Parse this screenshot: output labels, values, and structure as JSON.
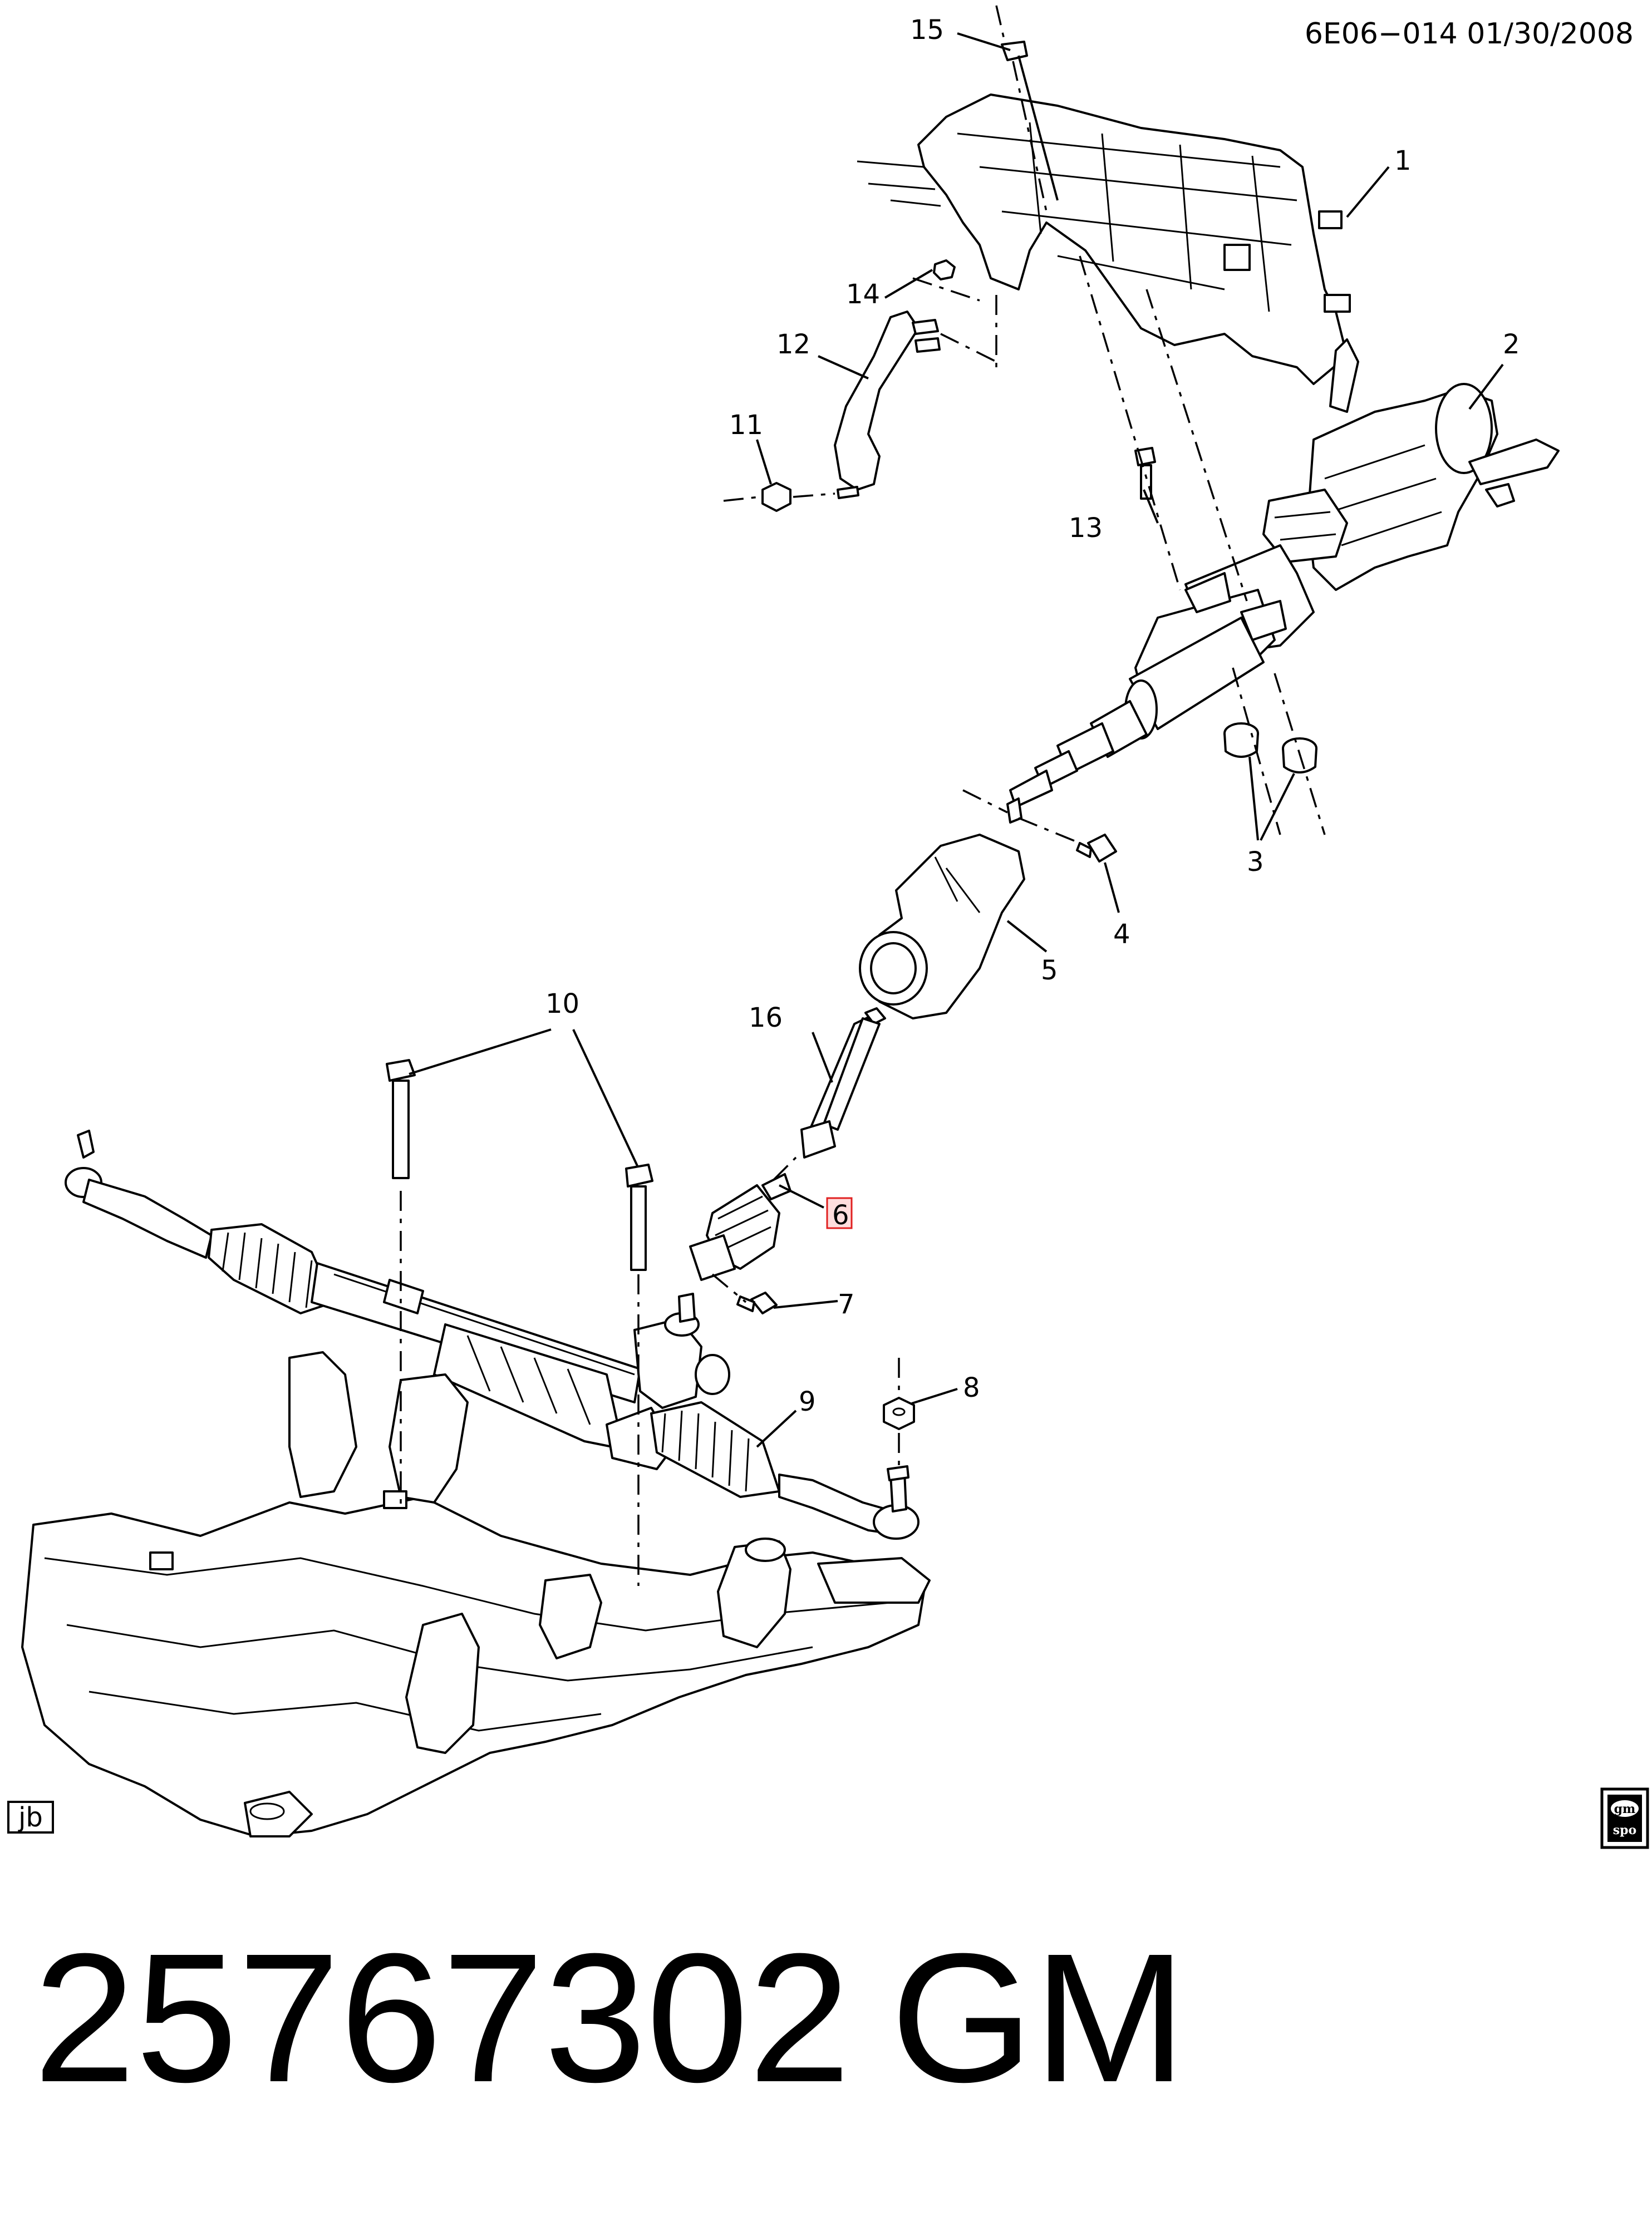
{
  "header": {
    "ref_code": "6E06−014  01/30/2008"
  },
  "callouts": [
    {
      "label": "1"
    },
    {
      "label": "2"
    },
    {
      "label": "3"
    },
    {
      "label": "4"
    },
    {
      "label": "5"
    },
    {
      "label": "6"
    },
    {
      "label": "7"
    },
    {
      "label": "8"
    },
    {
      "label": "9"
    },
    {
      "label": "10"
    },
    {
      "label": "11"
    },
    {
      "label": "12"
    },
    {
      "label": "13"
    },
    {
      "label": "14"
    },
    {
      "label": "15"
    },
    {
      "label": "16"
    }
  ],
  "highlight_color": "#e02020",
  "badges": {
    "left": "jb",
    "right_top": "gm",
    "right_bottom": "spo"
  },
  "footer": {
    "part_number": "25767302",
    "brand": "GM"
  }
}
